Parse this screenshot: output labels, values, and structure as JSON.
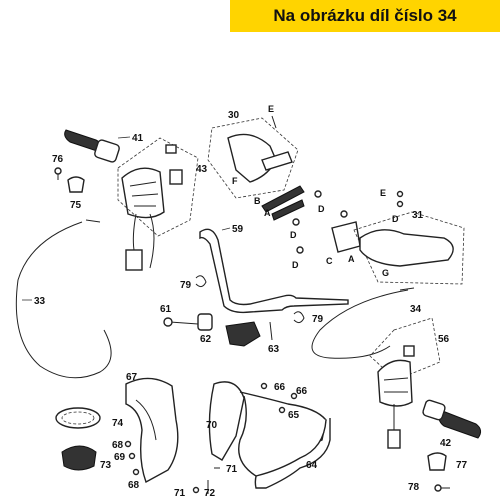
{
  "banner": {
    "text": "Na obrázku díl číslo 34",
    "background": "#ffd400"
  },
  "callouts": {
    "c30": "30",
    "c31": "31",
    "c33": "33",
    "c34": "34",
    "c41": "41",
    "c42": "42",
    "c43": "43",
    "c56": "56",
    "c59": "59",
    "c61": "61",
    "c62": "62",
    "c63": "63",
    "c64": "64",
    "c65": "65",
    "c66a": "66",
    "c66b": "66",
    "c67": "67",
    "c68a": "68",
    "c68b": "68",
    "c69": "69",
    "c70": "70",
    "c71a": "71",
    "c71b": "71",
    "c72": "72",
    "c73": "73",
    "c74": "74",
    "c75": "75",
    "c76": "76",
    "c77": "77",
    "c78": "78",
    "c79a": "79",
    "c79b": "79"
  },
  "letters": {
    "l_e1": "E",
    "l_b": "B",
    "l_f": "F",
    "l_d1": "D",
    "l_d2": "D",
    "l_d3": "D",
    "l_a1": "A",
    "l_a2": "A",
    "l_c": "C",
    "l_e2": "E",
    "l_d4": "D",
    "l_g": "G"
  }
}
